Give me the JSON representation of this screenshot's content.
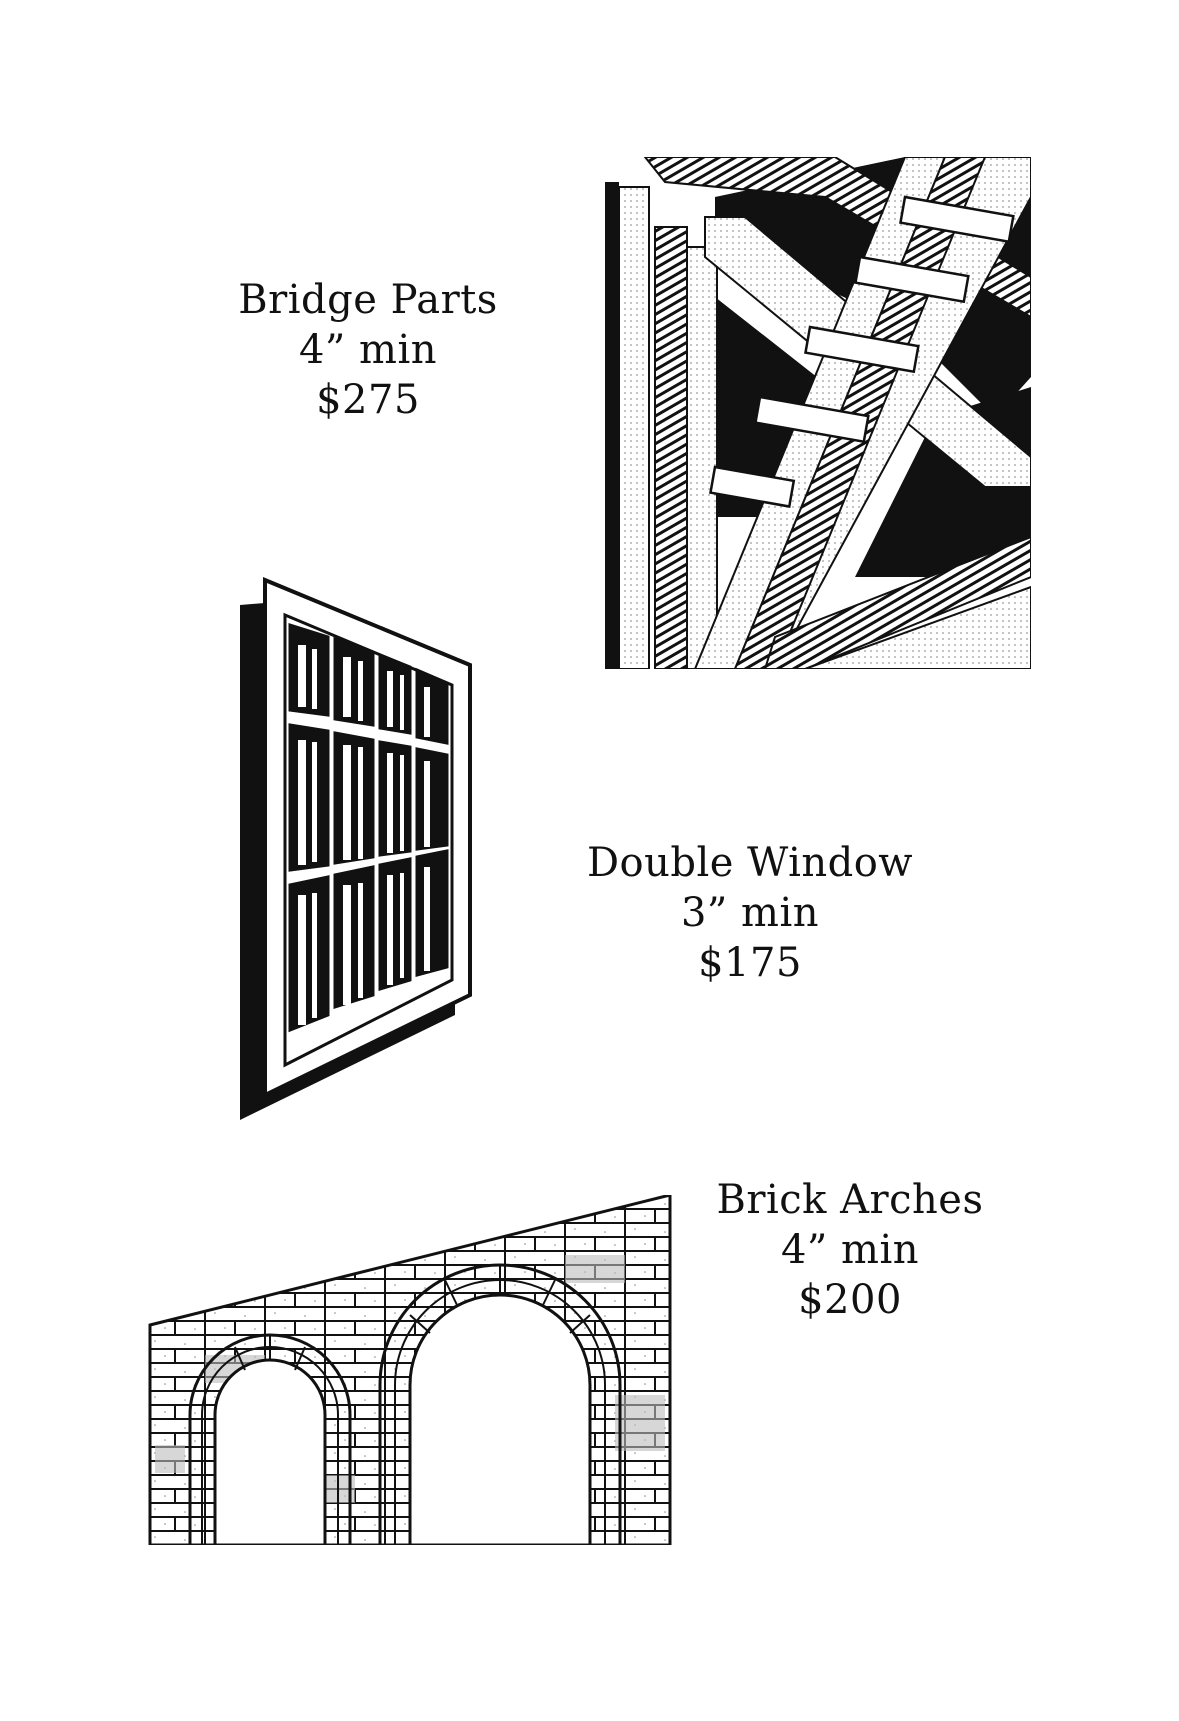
{
  "items": [
    {
      "title": "Bridge Parts",
      "size": "4” min",
      "price": "$275",
      "icon": "bridge-parts-illustration"
    },
    {
      "title": "Double Window",
      "size": "3” min",
      "price": "$175",
      "icon": "double-window-illustration"
    },
    {
      "title": "Brick Arches",
      "size": "4” min",
      "price": "$200",
      "icon": "brick-arches-illustration"
    }
  ],
  "colors": {
    "ink": "#111111",
    "paper": "#ffffff",
    "stipple": "#9a9a9a"
  }
}
